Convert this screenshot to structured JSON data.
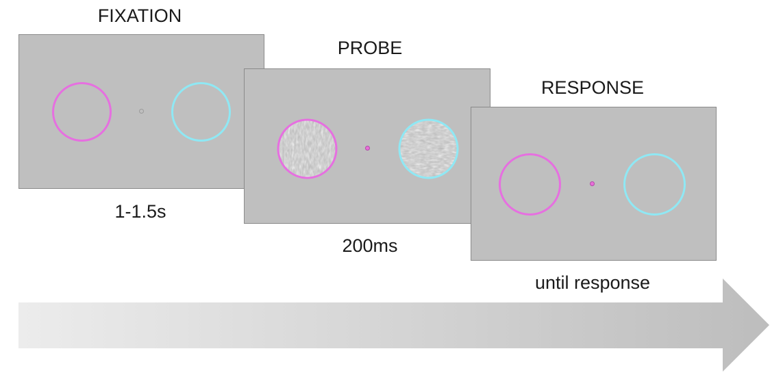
{
  "stages": [
    {
      "title": "FIXATION",
      "duration": "1-1.5s"
    },
    {
      "title": "PROBE",
      "duration": "200ms"
    },
    {
      "title": "RESPONSE",
      "duration": "until response"
    }
  ],
  "colors": {
    "screen": "#bfbfbf",
    "ring_left": "#e66fe0",
    "ring_right": "#8fe8f4",
    "fixation_dot_neutral": "#9a9a9a",
    "fixation_dot_active": "#e86fd8",
    "arrow_start": "#ececec",
    "arrow_end": "#bdbdbd"
  },
  "icons": {
    "left_target": "ring-icon",
    "right_target": "ring-icon",
    "fixation": "dot-icon",
    "timeline": "arrow-right-icon"
  }
}
